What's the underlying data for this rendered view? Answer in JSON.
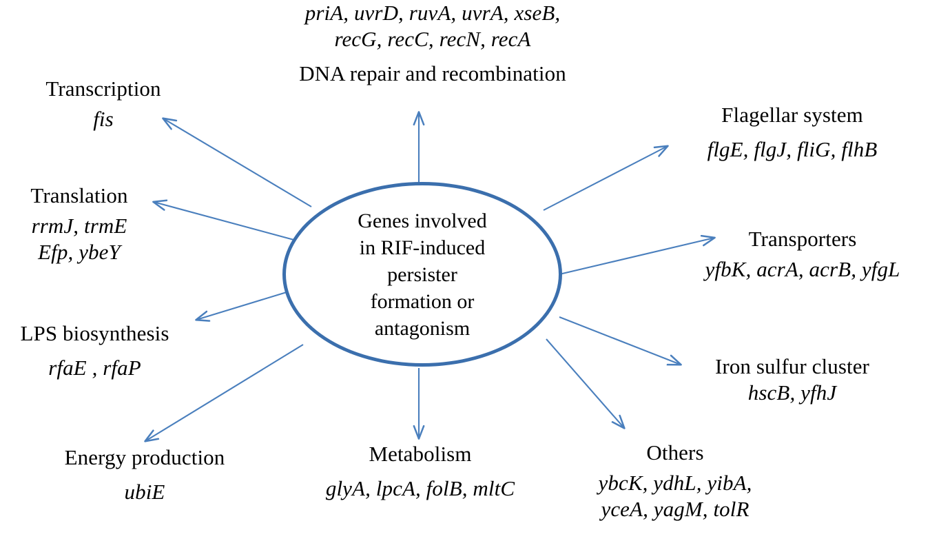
{
  "figure": {
    "type": "concept-map",
    "center": {
      "label": "Genes involved\nin RIF-induced\npersister\nformation or\nantagonism",
      "border_color": "#3b6fad",
      "shape": "ellipse"
    },
    "arrow_color": "#4a7fbd",
    "branches": [
      {
        "id": "dna-repair",
        "category": "DNA repair and recombination",
        "genes": [
          "priA, uvrD, ruvA, uvrA, xseB,",
          "recG, recC, recN, recA"
        ],
        "genes_first": true,
        "direction": "up"
      },
      {
        "id": "transcription",
        "category": "Transcription",
        "genes": [
          "fis"
        ],
        "genes_first": false,
        "direction": "up-left"
      },
      {
        "id": "translation",
        "category": "Translation",
        "genes": [
          "rrmJ, trmE",
          "Efp, ybeY"
        ],
        "genes_first": false,
        "direction": "left"
      },
      {
        "id": "lps-biosynthesis",
        "category": "LPS biosynthesis",
        "genes": [
          "rfaE , rfaP"
        ],
        "genes_first": false,
        "direction": "left"
      },
      {
        "id": "energy-production",
        "category": "Energy production",
        "genes": [
          "ubiE"
        ],
        "genes_first": false,
        "direction": "down-left"
      },
      {
        "id": "metabolism",
        "category": "Metabolism",
        "genes": [
          "glyA, lpcA, folB, mltC"
        ],
        "genes_first": false,
        "direction": "down"
      },
      {
        "id": "others",
        "category": "Others",
        "genes": [
          "ybcK, ydhL, yibA,",
          "yceA, yagM, tolR"
        ],
        "genes_first": false,
        "direction": "down-right"
      },
      {
        "id": "iron-sulfur-cluster",
        "category": "Iron sulfur cluster",
        "genes": [
          "hscB, yfhJ"
        ],
        "genes_first": false,
        "direction": "right-down"
      },
      {
        "id": "transporters",
        "category": "Transporters",
        "genes": [
          "yfbK, acrA, acrB, yfgL"
        ],
        "genes_first": false,
        "direction": "right"
      },
      {
        "id": "flagellar-system",
        "category": "Flagellar system",
        "genes": [
          "flgE, flgJ, fliG, flhB"
        ],
        "genes_first": false,
        "direction": "up-right"
      }
    ]
  }
}
